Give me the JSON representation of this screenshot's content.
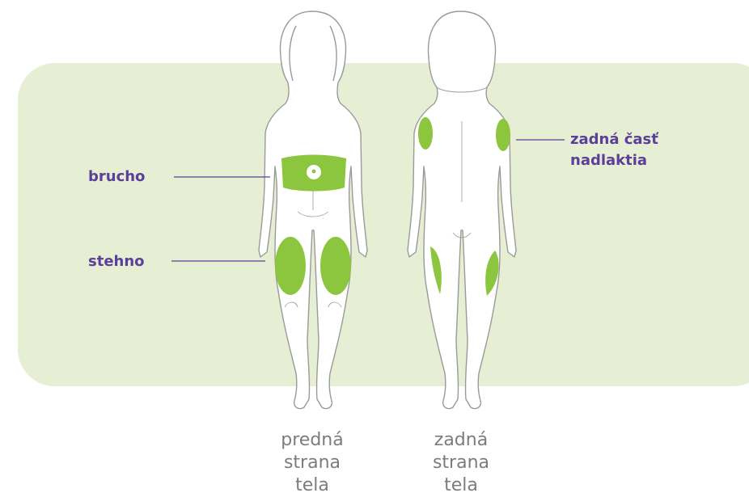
{
  "labels": {
    "abdomen": "brucho",
    "thigh": "stehno",
    "upper_arm_line1": "zadná časť",
    "upper_arm_line2": "nadlaktia"
  },
  "captions": {
    "front": [
      "predná",
      "strana",
      "tela"
    ],
    "back": [
      "zadná",
      "strana",
      "tela"
    ]
  },
  "colors": {
    "panel": "#e6eed3",
    "injection_area": "#8cc63f",
    "label_text": "#5b3f98",
    "caption_text": "#7a7d80",
    "outline": "#9a9a9a"
  }
}
